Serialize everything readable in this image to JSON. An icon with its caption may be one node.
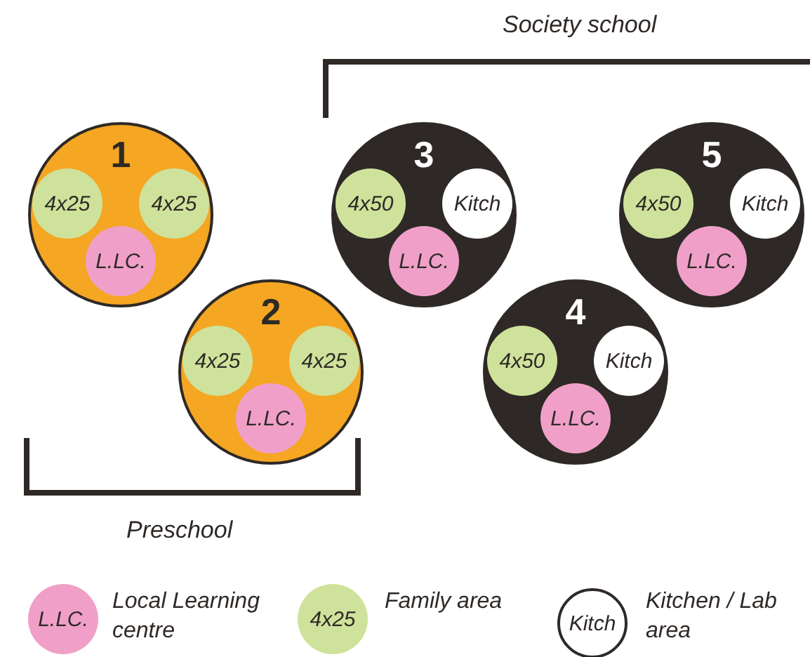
{
  "diagram": {
    "nodes": [
      {
        "text": [
          "1"
        ]
      },
      {
        "text": [
          "4x25"
        ],
        "in": 0
      },
      {
        "text": [
          "4x25"
        ],
        "in": 0
      },
      {
        "text": [
          "L.LC."
        ],
        "in": 0
      },
      {
        "text": [
          "2"
        ]
      },
      {
        "text": [
          "4x25"
        ],
        "in": 4
      },
      {
        "text": [
          "4x25"
        ],
        "in": 4
      },
      {
        "text": [
          "L.LC."
        ],
        "in": 4
      },
      {
        "text": [
          "3"
        ]
      },
      {
        "text": [
          "4x50"
        ],
        "in": 8
      },
      {
        "text": [
          "Kitch"
        ],
        "in": 8
      },
      {
        "text": [
          "L.LC."
        ],
        "in": 8
      },
      {
        "text": [
          "4"
        ]
      },
      {
        "text": [
          "4x50"
        ],
        "in": 12
      },
      {
        "text": [
          "Kitch"
        ],
        "in": 12
      },
      {
        "text": [
          "L.LC."
        ],
        "in": 12
      },
      {
        "text": [
          "5"
        ]
      },
      {
        "text": [
          "4x50"
        ],
        "in": 16
      },
      {
        "text": [
          "Kitch"
        ],
        "in": 16
      },
      {
        "text": [
          "L.LC."
        ],
        "in": 16
      }
    ],
    "labels": [
      "Society school",
      "Preschool",
      "L.LC.",
      "4x25",
      "Kitch"
    ],
    "legend": [
      {
        "text": "Local Learning centre",
        "color": "#f0a0c8"
      },
      {
        "text": "Family area",
        "color": "#cfe29b"
      },
      {
        "text": "Kitchen / Lab area",
        "color": "#ffffff"
      }
    ]
  }
}
